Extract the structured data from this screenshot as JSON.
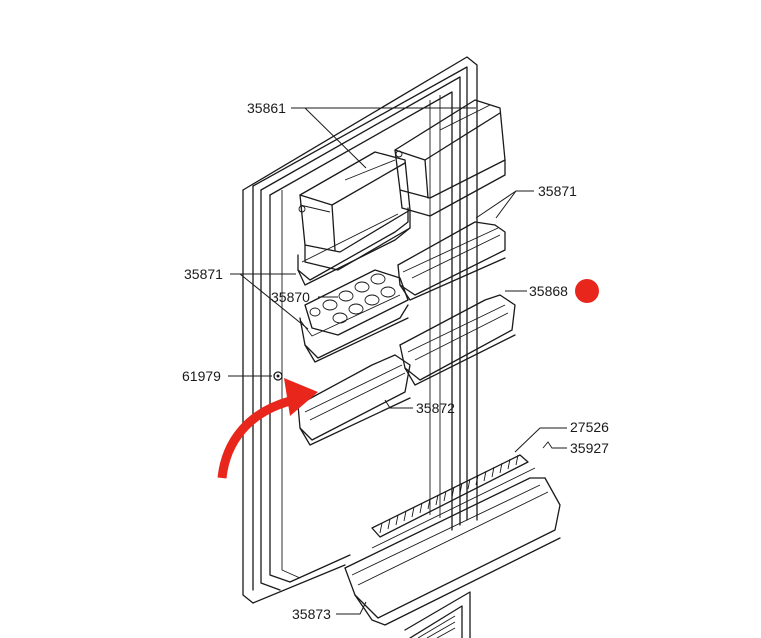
{
  "labels": {
    "l35861": "35861",
    "l35871a": "35871",
    "l35871b": "35871",
    "l35870": "35870",
    "l35868": "35868",
    "l61979": "61979",
    "l35872": "35872",
    "l27526": "27526",
    "l35927": "35927",
    "l35873": "35873"
  },
  "markers": {
    "highlight_dot_color": "#e8261c",
    "arrow_color": "#e8261c"
  }
}
